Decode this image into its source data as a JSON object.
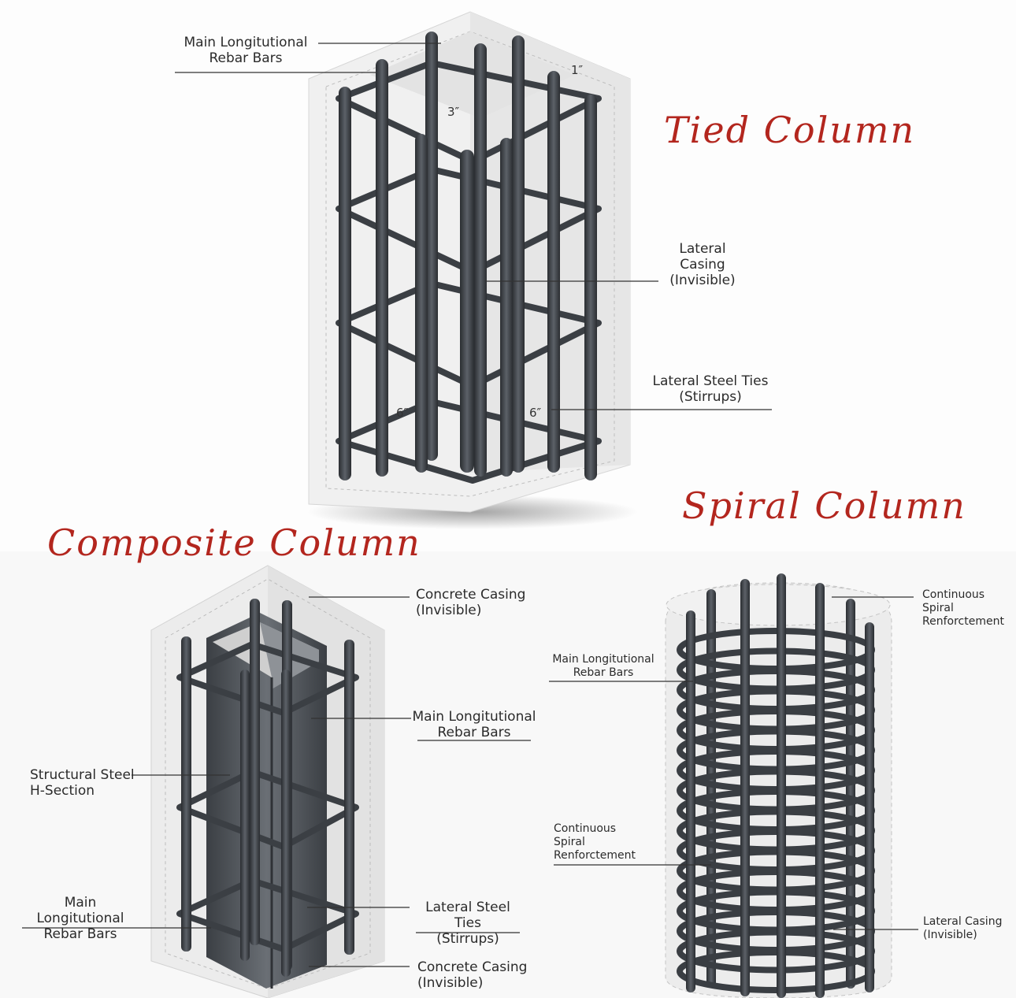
{
  "titles": {
    "tied": "Tied Column",
    "spiral": "Spiral Column",
    "composite": "Composite Column"
  },
  "tied": {
    "main_rebar": "Main Longitutional\nRebar Bars",
    "lateral_casing": "Lateral\nCasing\n(Invisible)",
    "lateral_ties": "Lateral Steel Ties\n(Stirrups)",
    "dim_cover": "1″",
    "dim_spacing": "3″",
    "dim_left": "6″",
    "dim_right": "6″"
  },
  "composite": {
    "concrete_casing_top": "Concrete Casing\n(Invisible)",
    "main_rebar_right": "Main Longitutional\nRebar Bars",
    "steel_section": "Structural Steel\nH-Section",
    "main_rebar_left": "Main Longitutional\nRebar Bars",
    "lateral_ties": "Lateral Steel Ties\n(Stirrups)",
    "concrete_casing_bottom": "Concrete Casing\n(Invisible)"
  },
  "spiral": {
    "continuous_top": "Continuous\nSpiral\nRenforctement",
    "main_rebar": "Main Longitutional\nRebar Bars",
    "continuous_mid": "Continuous\nSpiral\nRenforctement",
    "lateral_casing": "Lateral Casing\n(Invisible)"
  },
  "colors": {
    "title_red": "#b3261e",
    "rebar": "#3f444a",
    "casing": "#e9e9e9",
    "steel": "#55595e"
  }
}
